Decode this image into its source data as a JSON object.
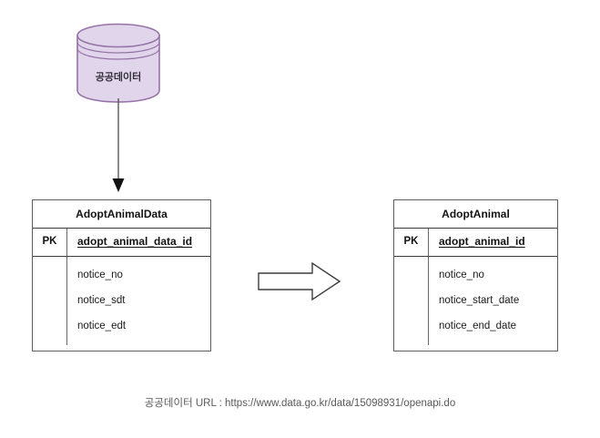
{
  "diagram": {
    "source_node": {
      "icon": "database-cylinder-icon",
      "label": "공공데이터",
      "fill_color": "#e1d5ec",
      "stroke_color": "#9673a6"
    },
    "flow_down": {
      "icon": "arrow-down-icon"
    },
    "flow_right": {
      "icon": "block-arrow-right-icon"
    },
    "tables": [
      {
        "title": "AdoptAnimalData",
        "key_label": "PK",
        "key_field": "adopt_animal_data_id",
        "fields": [
          "notice_no",
          "notice_sdt",
          "notice_edt"
        ]
      },
      {
        "title": "AdoptAnimal",
        "key_label": "PK",
        "key_field": "adopt_animal_id",
        "fields": [
          "notice_no",
          "notice_start_date",
          "notice_end_date"
        ]
      }
    ]
  },
  "footer": {
    "caption": "공공데이터 URL : https://www.data.go.kr/data/15098931/openapi.do"
  }
}
